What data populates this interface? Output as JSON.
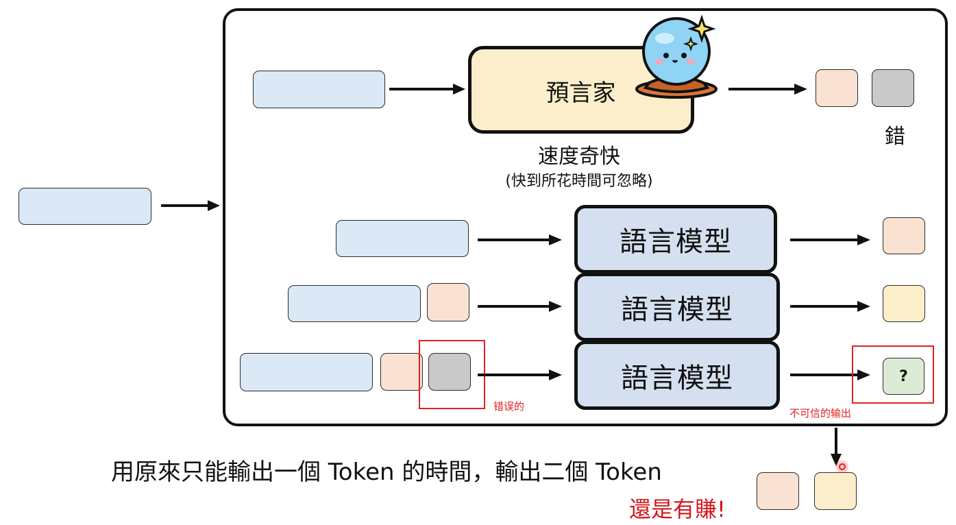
{
  "oracle": {
    "label": "預言家",
    "speed": "速度奇快",
    "speed_note": "(快到所花時間可忽略)",
    "wrong": "錯"
  },
  "lm_label": "語言模型",
  "annotations": {
    "wrong_token": "错误的",
    "untrusted_output": "不可信的输出"
  },
  "unknown_token": "?",
  "bottom": {
    "caption": "用原來只能輸出一個 Token 的時間，輸出二個 Token",
    "conclusion": "還是有賺!"
  },
  "colors": {
    "input_token": "#dbe8f5",
    "token_1": "#f9e2d2",
    "wrong_token": "#c9c9c9",
    "token_2": "#fdeecb",
    "unknown": "#dcebd5",
    "oracle_box": "#fdeecb",
    "lm_box": "#d4e0f0",
    "annotation": "#e02020"
  }
}
